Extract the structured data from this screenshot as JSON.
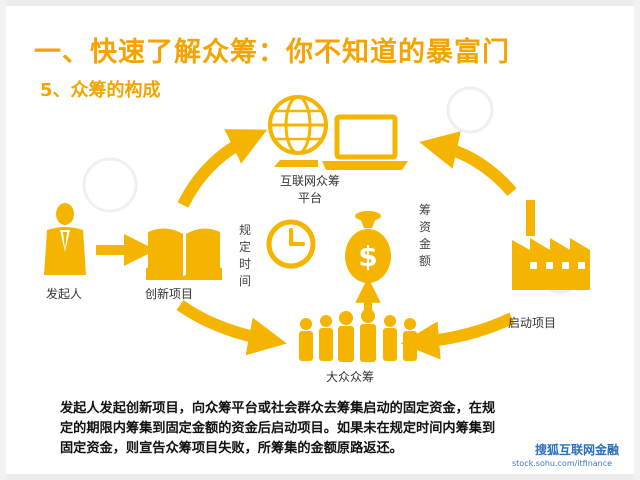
{
  "slide": {
    "title": "一、快速了解众筹：你不知道的暴富门",
    "subtitle": "5、众筹的构成"
  },
  "diagram": {
    "platform_label": [
      "互联网众筹",
      "平台"
    ],
    "sponsor_label": "发起人",
    "project_label": "创新项目",
    "time_label": "规定时间",
    "funds_label": "筹资金额",
    "crowd_label": "大众众筹",
    "launch_label": "启动项目"
  },
  "description": {
    "lines": [
      "发起人发起创新项目，向众筹平台或社会群众去筹集启动的固定资金，在规",
      "定的期限内筹集到固定金额的资金后启动项目。如果未在规定时间内筹集到",
      "固定资金，则宣告众筹项目失败，所筹集的金额原路返还。"
    ]
  },
  "watermark": {
    "brand": "搜狐互联网金融",
    "url": "stock.sohu.com/itfinance"
  },
  "colors": {
    "accent": "#f4a400",
    "text": "#111111",
    "brand_blue": "#2a6fb8"
  },
  "icons": [
    "person-icon",
    "book-icon",
    "laptop-globe-icon",
    "clock-icon",
    "money-bag-icon",
    "crowd-icon",
    "factory-icon"
  ]
}
